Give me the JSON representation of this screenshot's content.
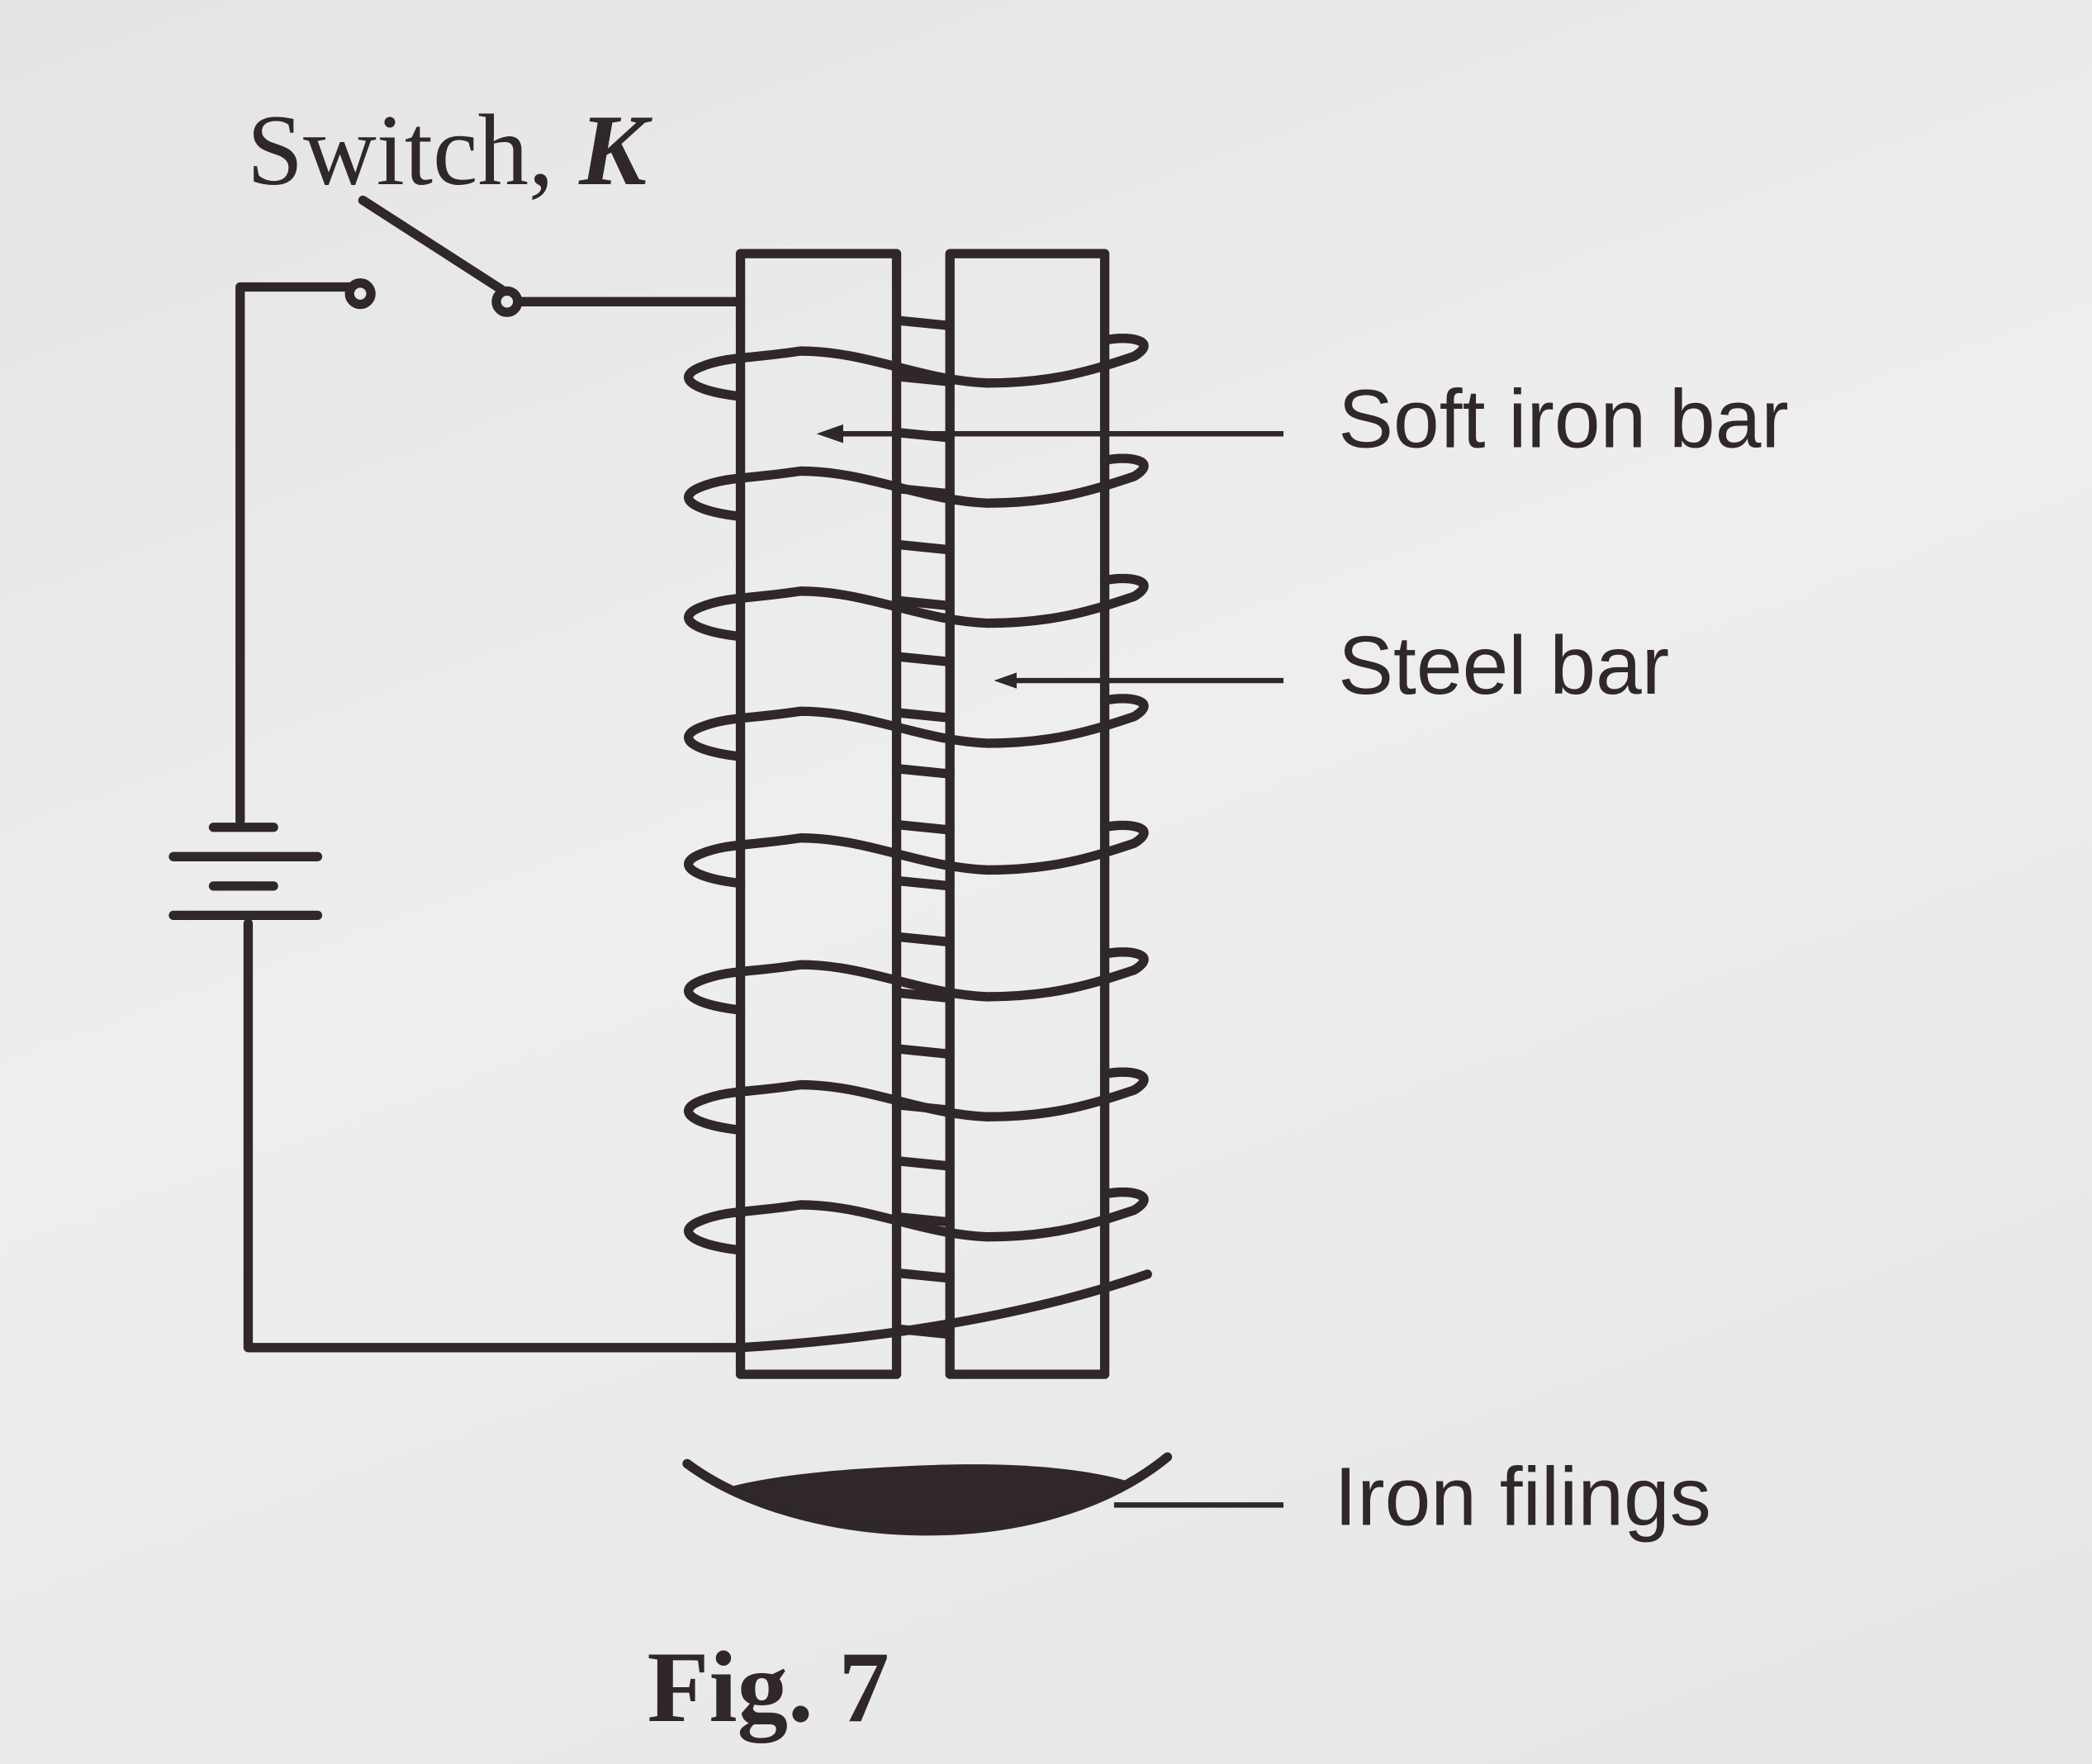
{
  "switch_label": {
    "text": "Switch, ",
    "symbol": "K"
  },
  "labels": {
    "soft_iron": "Soft iron bar",
    "steel": "Steel bar",
    "filings": "Iron filings"
  },
  "caption": "Fig. 7",
  "ink_color": "#2f2729"
}
